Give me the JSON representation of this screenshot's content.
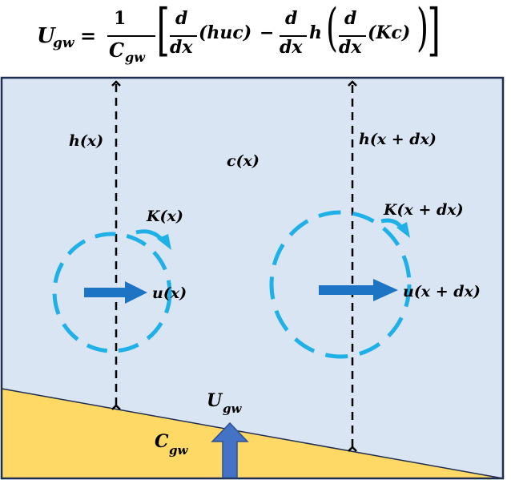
{
  "equation": {
    "lhs": "U",
    "lhs_sub": "gw",
    "equals": "=",
    "frac1_num": "1",
    "frac1_den": "C",
    "frac1_den_sub": "gw",
    "lbracket": "[",
    "d_num": "d",
    "dx_den": "dx",
    "term1": "(huc)",
    "minus": "−",
    "h": "h",
    "lparen": "(",
    "term2": "(Kc)",
    "rparen": ")",
    "rbracket": "]"
  },
  "labels": {
    "h_x": "h(x)",
    "h_xdx": "h(x + dx)",
    "c_x": "c(x)",
    "K_x": "K(x)",
    "K_xdx": "K(x + dx)",
    "u_x": "u(x)",
    "u_xdx": "u(x + dx)",
    "U_gw": "U",
    "U_gw_sub": "gw",
    "C_gw": "C",
    "C_gw_sub": "gw"
  },
  "colors": {
    "water": "#dae5f3",
    "ground": "#ffd966",
    "border": "#1f2d4e",
    "eddy": "#1fb0e8",
    "velocity": "#1d74c4",
    "flux": "#4472c4"
  }
}
